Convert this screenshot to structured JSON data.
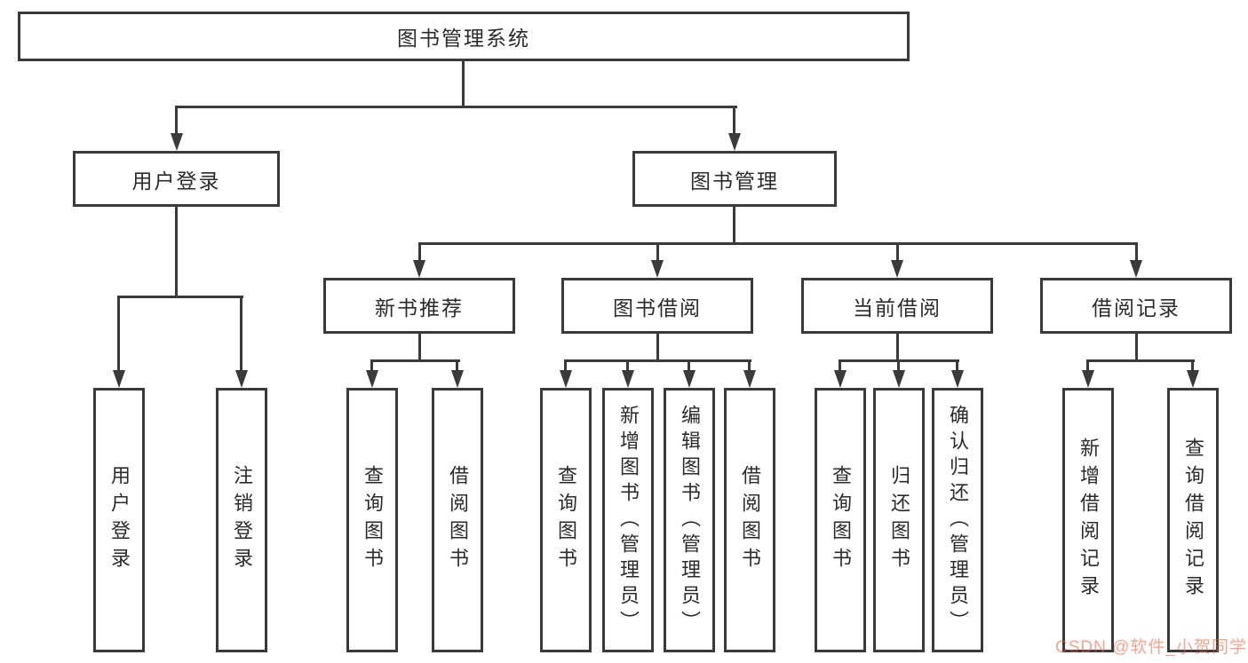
{
  "tree": {
    "root": "图书管理系统",
    "branches": [
      {
        "label": "用户登录",
        "children": [
          "用户登录",
          "注销登录"
        ]
      },
      {
        "label": "图书管理",
        "groups": [
          {
            "label": "新书推荐",
            "children": [
              "查询图书",
              "借阅图书"
            ]
          },
          {
            "label": "图书借阅",
            "children": [
              "查询图书",
              "新增图书（管理员）",
              "编辑图书（管理员）",
              "借阅图书"
            ]
          },
          {
            "label": "当前借阅",
            "children": [
              "查询图书",
              "归还图书",
              "确认归还（管理员）"
            ]
          },
          {
            "label": "借阅记录",
            "children": [
              "新增借阅记录",
              "查询借阅记录"
            ]
          }
        ]
      }
    ]
  },
  "watermark": {
    "text": "CSDN @软件_小贺同学"
  },
  "colors": {
    "line": "#3a3a3a",
    "text": "#2b2b2b",
    "background": "#ffffff",
    "watermark": "#fc5531"
  }
}
